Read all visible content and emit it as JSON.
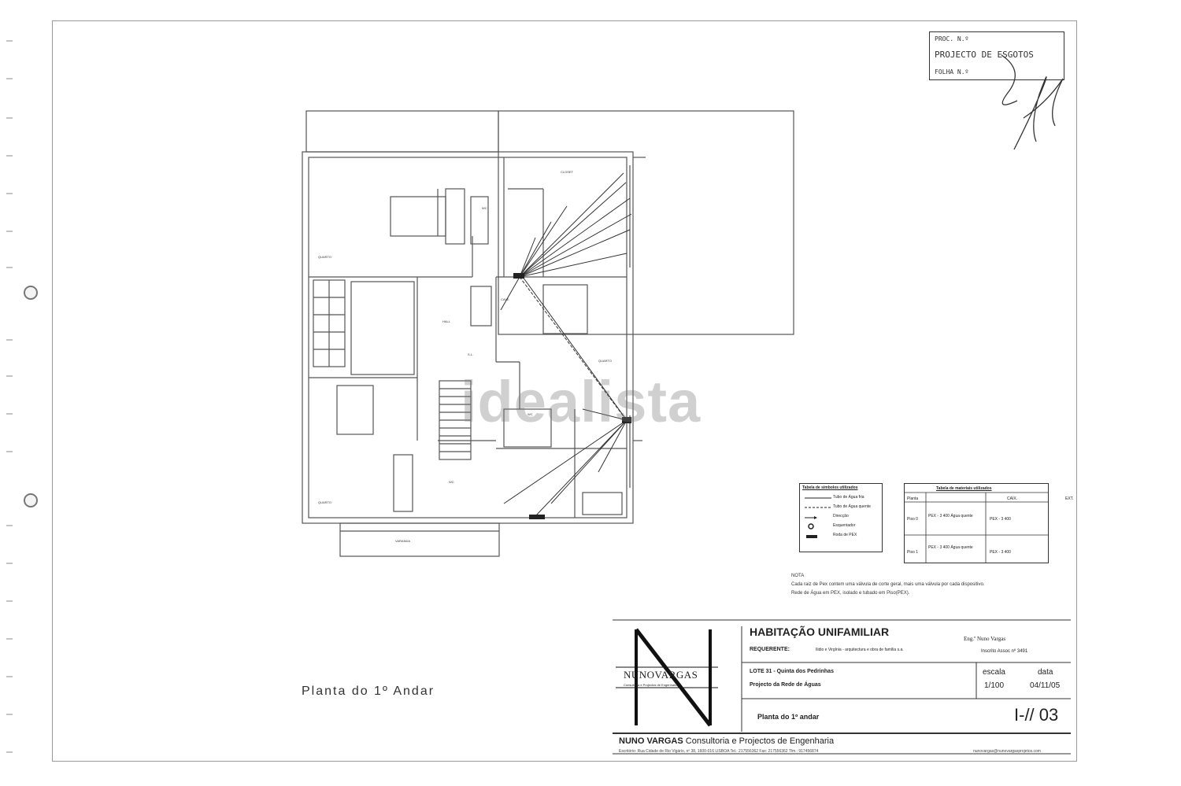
{
  "header_box": {
    "proc_label": "PROC. N.º",
    "project_label": "PROJECTO DE ESGOTOS",
    "folha_label": "FOLHA N.º"
  },
  "plan_title": "Planta do 1º Andar",
  "watermark": "idealista",
  "rooms": {
    "quarto_a": "QUARTO",
    "quarto_b": "QUARTO",
    "quarto_c": "QUARTO",
    "wc_a": "WC",
    "wc_b": "WC",
    "wc_c": "WC",
    "hall": "HALL",
    "closet": "CLOSET",
    "varanda": "VARANDA",
    "sl": "S.L.",
    "cave": "CAVE"
  },
  "legend": {
    "title": "Tabela de símbolos utilizados",
    "items": [
      {
        "label": "Tubo de Água fria",
        "symbol": "solid-line"
      },
      {
        "label": "Tubo de Água quente",
        "symbol": "dashed-line"
      },
      {
        "label": "Direcção",
        "symbol": "arrow"
      },
      {
        "label": "Esquentador",
        "symbol": "circle"
      },
      {
        "label": "Roda de PEX",
        "symbol": "bar"
      }
    ]
  },
  "materials": {
    "title": "Tabela de materiais utilizados",
    "headers": [
      "Planta",
      "EXT.",
      "CAIX."
    ],
    "rows": [
      {
        "planta": "Piso 0",
        "ext": "PEX - 3 400  Água quente",
        "caix": "PEX - 3 400"
      },
      {
        "planta": "Piso 1",
        "ext": "PEX - 3 400  Água quente",
        "caix": "PEX - 3 400"
      }
    ]
  },
  "note": {
    "title": "NOTA",
    "line1": "Cada raiz de Pex contem uma válvula de corte geral, mais uma válvula por cada dispositivo.",
    "line2": "Rede de Água em PEX, isolado e tubado em Piso(PEX)."
  },
  "title_block": {
    "title": "HABITAÇÃO UNIFAMILIAR",
    "requerente_label": "REQUERENTE:",
    "requerente_value": "Ilidio e Virgínia - arquitectura e obra de família s.a.",
    "engineer": "Eng.º Nuno Vargas",
    "engineer_reg": "Inscrito Assoc nº 3491",
    "lote": "LOTE 31 - Quinta dos Pedrinhas",
    "projeto": "Projecto da Rede de Águas",
    "escala_label": "escala",
    "escala_value": "1/100",
    "data_label": "data",
    "data_value": "04/11/05",
    "planta": "Planta do 1º andar",
    "sheet_code": "I-// 03"
  },
  "logo": {
    "name": "NUNOVARGAS",
    "subtitle": "Consultoria e Projectos de Engenharia"
  },
  "company": {
    "name": "NUNO VARGAS",
    "desc": "Consultoria e Projectos de Engenharia",
    "address": "Escritório: Rua Cidade de Rio Vigário, nº 38, 1600-016 LISBOA  Tel.: 217556362  Fax: 217556362  Tlm.: 917456874",
    "email": "nunovargas@nunovargasprojetos.com"
  },
  "colors": {
    "ink": "#222222",
    "line": "#555555",
    "sheet_border": "#999999"
  }
}
